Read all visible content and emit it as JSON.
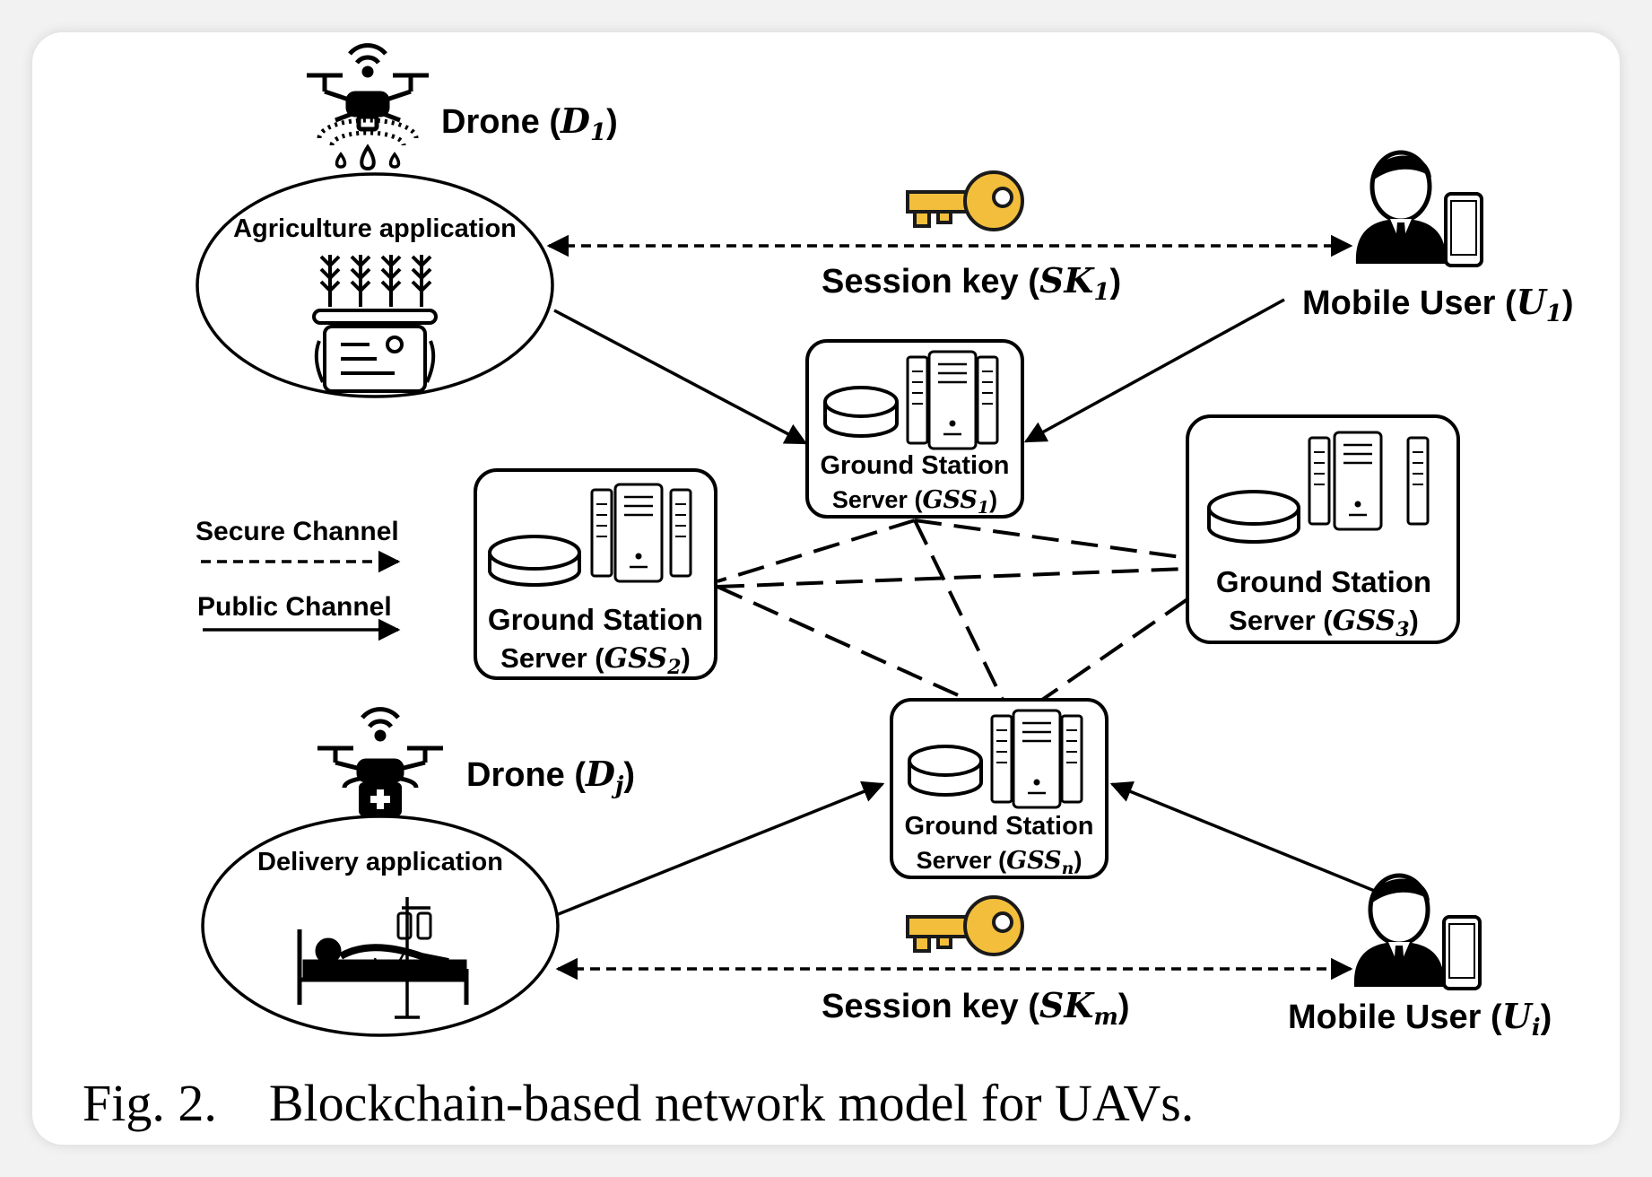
{
  "nodes": {
    "drone1": {
      "label": "Drone",
      "symbol": "D",
      "sub": "1"
    },
    "dronej": {
      "label": "Drone",
      "symbol": "D",
      "sub": "j"
    },
    "app_agri": {
      "label": "Agriculture application"
    },
    "app_delivery": {
      "label": "Delivery application"
    },
    "user1": {
      "label": "Mobile User",
      "symbol": "U",
      "sub": "1"
    },
    "useri": {
      "label": "Mobile User",
      "symbol": "U",
      "sub": "i"
    },
    "gss1": {
      "line1": "Ground Station",
      "line2": "Server",
      "symbol": "GSS",
      "sub": "1"
    },
    "gss2": {
      "line1": "Ground Station",
      "line2": "Server",
      "symbol": "GSS",
      "sub": "2"
    },
    "gss3": {
      "line1": "Ground Station",
      "line2": "Server",
      "symbol": "GSS",
      "sub": "3"
    },
    "gssn": {
      "line1": "Ground Station",
      "line2": "Server",
      "symbol": "GSS",
      "sub": "n"
    }
  },
  "session_keys": {
    "top": {
      "label": "Session key",
      "symbol": "SK",
      "sub": "1"
    },
    "bottom": {
      "label": "Session key",
      "symbol": "SK",
      "sub": "m"
    }
  },
  "legend": {
    "secure": "Secure Channel",
    "public": "Public Channel"
  },
  "edges": [
    {
      "from": "app_agri",
      "to": "gss1",
      "channel": "public"
    },
    {
      "from": "user1",
      "to": "gss1",
      "channel": "public"
    },
    {
      "from": "app_delivery",
      "to": "gssn",
      "channel": "public"
    },
    {
      "from": "useri",
      "to": "gssn",
      "channel": "public"
    },
    {
      "from": "app_agri",
      "to": "user1",
      "channel": "secure"
    },
    {
      "from": "app_delivery",
      "to": "useri",
      "channel": "secure"
    },
    {
      "from": "gss1",
      "to": "gss2",
      "channel": "blockchain"
    },
    {
      "from": "gss1",
      "to": "gss3",
      "channel": "blockchain"
    },
    {
      "from": "gss1",
      "to": "gssn",
      "channel": "blockchain"
    },
    {
      "from": "gss2",
      "to": "gss3",
      "channel": "blockchain"
    },
    {
      "from": "gss2",
      "to": "gssn",
      "channel": "blockchain"
    },
    {
      "from": "gss3",
      "to": "gssn",
      "channel": "blockchain"
    }
  ],
  "icons": {
    "drone": "drone-icon",
    "key": "key-icon",
    "user": "mobile-user-icon",
    "server": "server-rack-icon",
    "database": "database-icon",
    "wheat": "wheat-icon",
    "tablet": "tablet-icon",
    "hospital_bed": "hospital-bed-icon",
    "first_aid": "first-aid-kit-icon"
  },
  "colors": {
    "key": "#F2BE3C",
    "key_stroke": "#1a1a1a",
    "line": "#000000"
  },
  "caption": {
    "prefix": "Fig. 2.",
    "text": "Blockchain-based network model for UAVs."
  }
}
